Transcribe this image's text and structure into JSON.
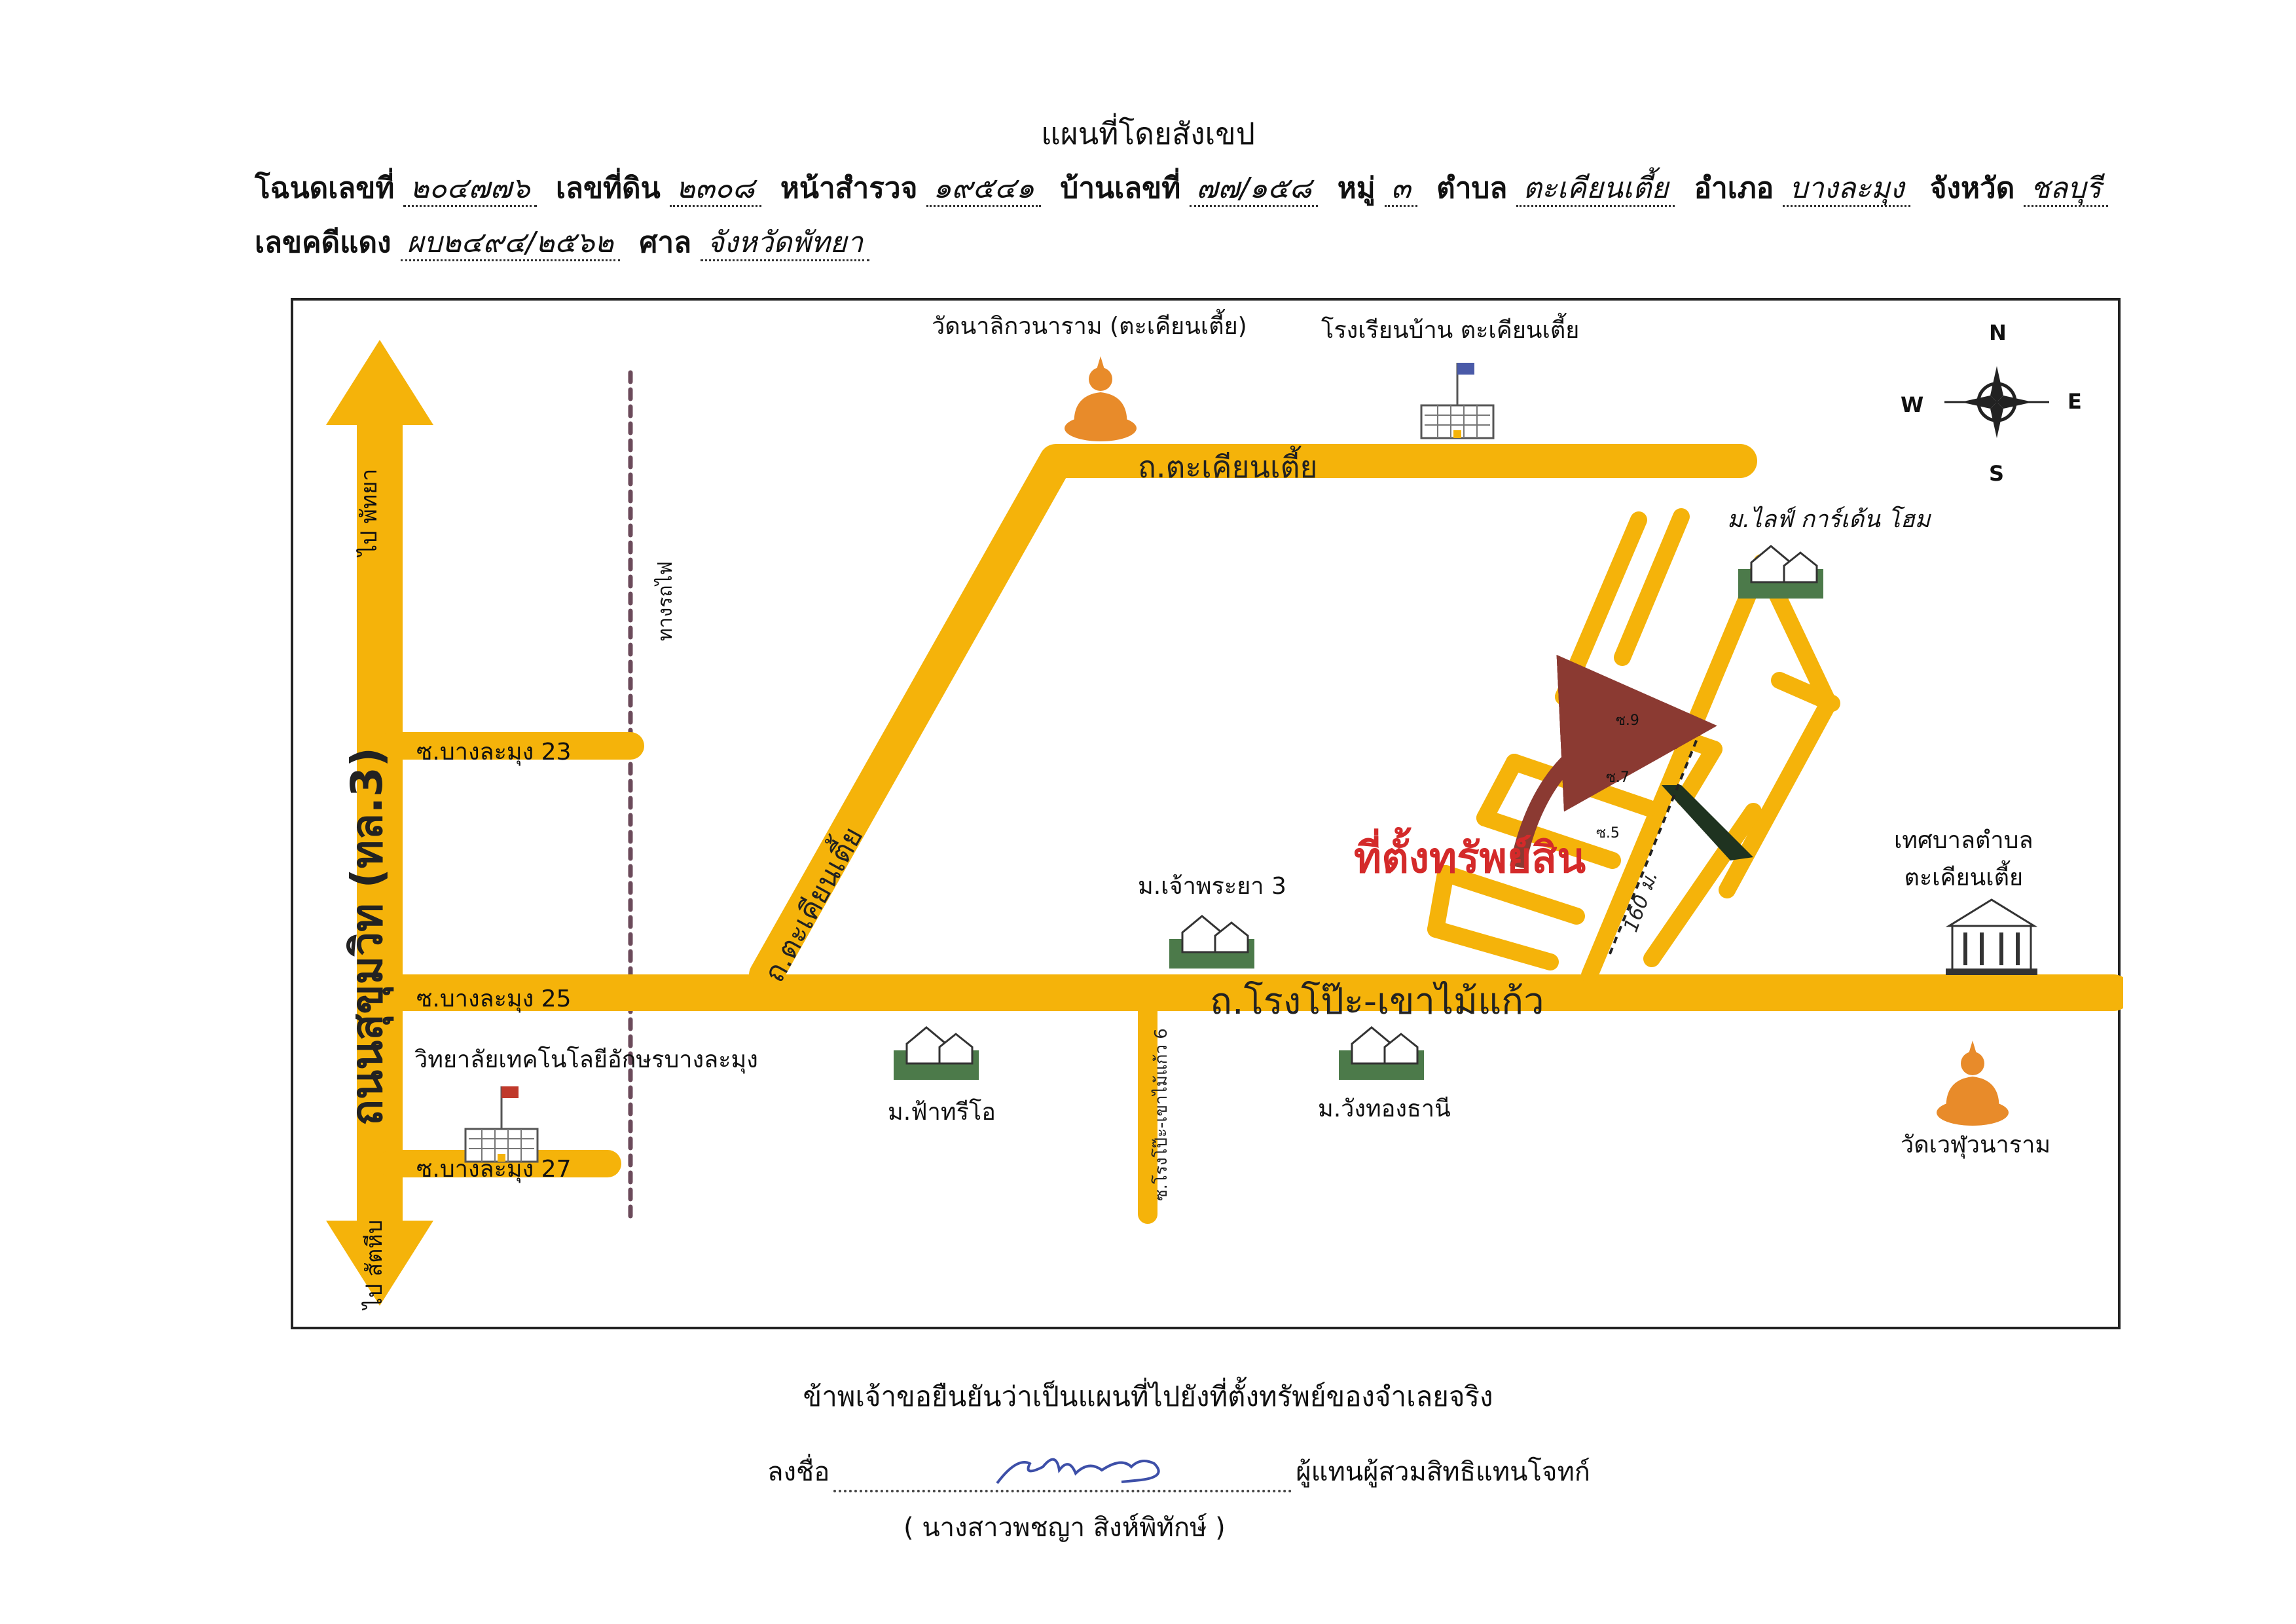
{
  "document": {
    "title": "แผนที่โดยสังเขป",
    "header_line1": [
      {
        "label": "โฉนดเลขที่",
        "value": "๒๐๔๗๗๖"
      },
      {
        "label": "เลขที่ดิน",
        "value": "๒๓๐๘"
      },
      {
        "label": "หน้าสำรวจ",
        "value": "๑๙๕๔๑"
      },
      {
        "label": "บ้านเลขที่",
        "value": "๗๗/๑๕๘"
      },
      {
        "label": "หมู่",
        "value": "๓"
      },
      {
        "label": "ตำบล",
        "value": "ตะเคียนเตี้ย"
      },
      {
        "label": "อำเภอ",
        "value": "บางละมุง"
      },
      {
        "label": "จังหวัด",
        "value": "ชลบุรี"
      }
    ],
    "header_line2": [
      {
        "label": "เลขคดีแดง",
        "value": "ผบ๒๔๙๔/๒๕๖๒"
      },
      {
        "label": "ศาล",
        "value": "จังหวัดพัทยา"
      }
    ],
    "declaration": "ข้าพเจ้าขอยืนยันว่าเป็นแผนที่ไปยังที่ตั้งทรัพย์ของจำเลยจริง",
    "sign_label": "ลงชื่อ",
    "sign_role": "ผู้แทนผู้สวมสิทธิแทนโจทก์",
    "signer_name": "( นางสาวพชญา สิงห์พิทักษ์ )"
  },
  "map": {
    "highway_label": "ถนนสุขุมวิท (ทล.3)",
    "highway_north_label": "ไป พัทยา",
    "highway_south_label": "ไป สัตหีบ",
    "railway_label": "ทางรถไฟ",
    "roads": {
      "taken_tia": "ถ.ตะเคียนเตี้ย",
      "taken_tia_diag": "ถ.ตะเคียนเตี้ย",
      "rongpo": "ถ.โรงโป๊ะ-เขาไม้แก้ว",
      "soi23": "ซ.บางละมุง 23",
      "soi25": "ซ.บางละมุง 25",
      "soi27": "ซ.บางละมุง 27",
      "soi_rongpo": "ซ.โรงโป๊ะ-เขาไม้แก้ว 6"
    },
    "landmarks": {
      "temple_north": "วัดนาลิกวนาราม (ตะเคียนเตี้ย)",
      "school": "โรงเรียนบ้าน ตะเคียนเตี้ย",
      "village_life": "ม.ไลฟ์ การ์เด้น โฮม",
      "village_chao": "ม.เจ้าพระยา 3",
      "municipality": "เทศบาลตำบล\nตะเคียนเตี้ย",
      "college": "วิทยาลัยเทคโนโลยีอักษรบางละมุง",
      "village_fah": "ม.ฟ้าทรีโอ",
      "village_wang": "ม.วังทองธานี",
      "temple_south": "วัดเวฬุวนาราม"
    },
    "property_label": "ที่ตั้งทรัพย์สิน",
    "distance_label": "160 ม.",
    "soi_labels": [
      "ซ.9",
      "ซ.7",
      "ซ.5"
    ],
    "compass": {
      "n": "N",
      "s": "S",
      "e": "E",
      "w": "W"
    },
    "colors": {
      "road": "#f5b30a",
      "property": "#1f3320",
      "arrow": "#8b3a32",
      "property_text": "#d42a2a"
    },
    "icons": [
      "buddha-icon",
      "school-icon",
      "house-icon",
      "government-building-icon",
      "compass-icon"
    ]
  }
}
